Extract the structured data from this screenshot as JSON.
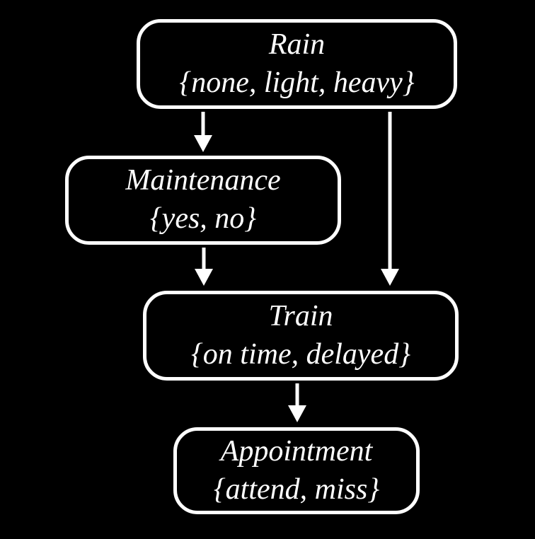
{
  "diagram": {
    "type": "bayesian-network",
    "colors": {
      "background": "#000000",
      "node_border": "#ffffff",
      "text": "#ffffff",
      "arrow": "#ffffff"
    }
  },
  "nodes": {
    "rain": {
      "name": "Rain",
      "values": "{none, light, heavy}"
    },
    "maintenance": {
      "name": "Maintenance",
      "values": "{yes, no}"
    },
    "train": {
      "name": "Train",
      "values": "{on time, delayed}"
    },
    "appointment": {
      "name": "Appointment",
      "values": "{attend, miss}"
    }
  },
  "edges": [
    {
      "from": "Rain",
      "to": "Maintenance"
    },
    {
      "from": "Rain",
      "to": "Train"
    },
    {
      "from": "Maintenance",
      "to": "Train"
    },
    {
      "from": "Train",
      "to": "Appointment"
    }
  ]
}
